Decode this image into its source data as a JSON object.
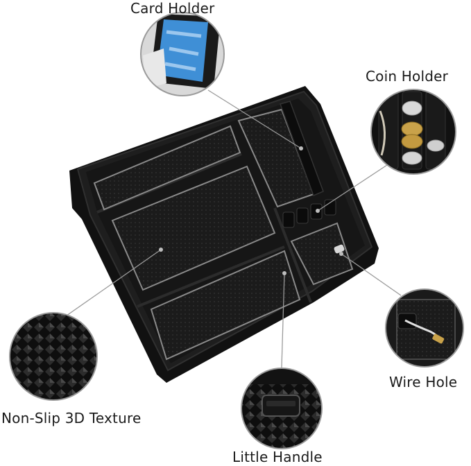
{
  "callouts": {
    "card_holder": "Card Holder",
    "coin_holder": "Coin Holder",
    "wire_hole": "Wire Hole",
    "non_slip_texture": "Non-Slip 3D Texture",
    "little_handle": "Little Handle"
  },
  "colors": {
    "tray": "#141414",
    "tray_edge": "#2a2a2a",
    "mat": "#1c1c1c",
    "mat_outline": "#8a8a8a",
    "callout_circle_stroke": "#9a9a9a",
    "leader_line": "#9a9a9a",
    "card_blue": "#3f8fd6"
  }
}
